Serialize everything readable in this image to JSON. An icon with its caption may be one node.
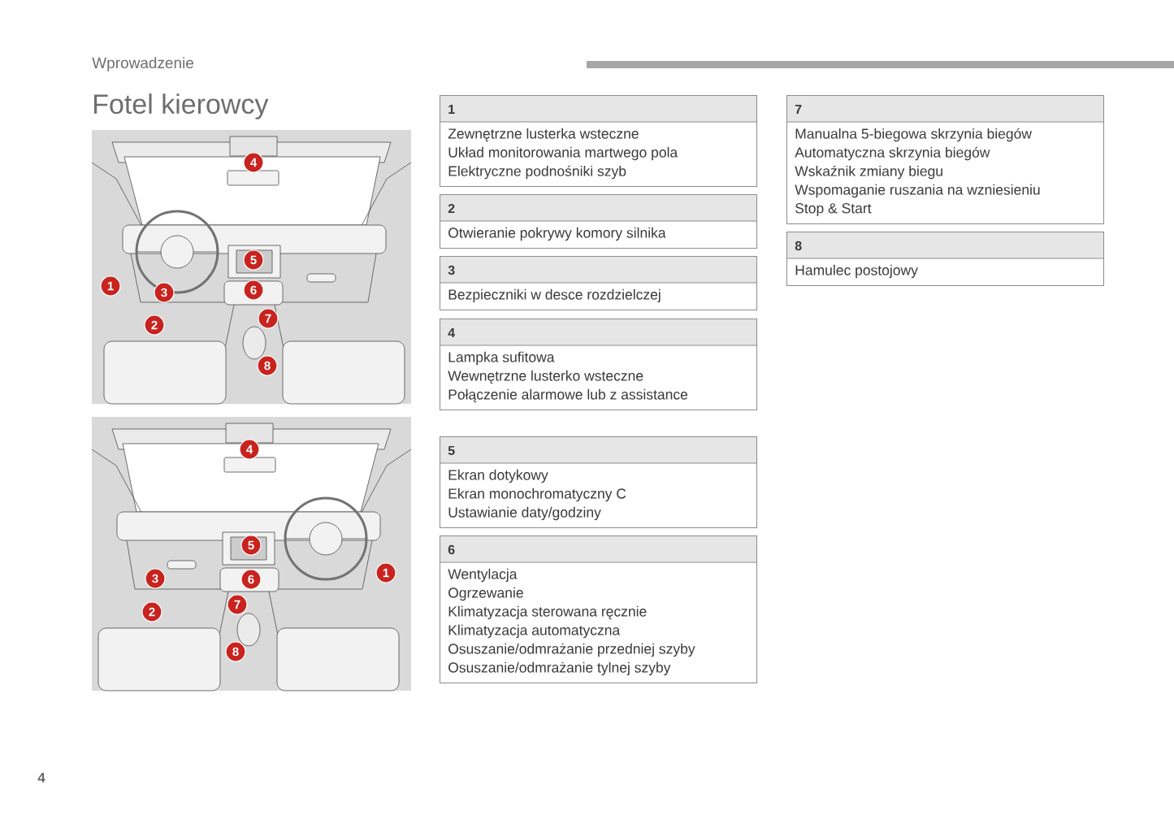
{
  "diagram": {
    "title": "Fotel kierowcy",
    "nodes": [
      {
        "text": [
          "1",
          "Zewnętrzne lusterka wsteczne",
          "Układ monitorowania martwego pola",
          "Elektryczne podnośniki szyb"
        ]
      },
      {
        "text": [
          "2",
          "Otwieranie pokrywy komory silnika"
        ]
      },
      {
        "text": [
          "3",
          "Bezpieczniki w desce rozdzielczej"
        ]
      },
      {
        "text": [
          "4",
          "Lampka sufitowa",
          "Wewnętrzne lusterko wsteczne",
          "Połączenie alarmowe lub z assistance"
        ]
      },
      {
        "text": [
          "5",
          "Ekran dotykowy",
          "Ekran monochromatyczny C",
          "Ustawianie daty/godziny"
        ]
      },
      {
        "text": [
          "6",
          "Wentylacja",
          "Ogrzewanie",
          "Klimatyzacja sterowana ręcznie",
          "Klimatyzacja automatyczna",
          "Osuszanie/odmrażanie przedniej szyby",
          "Osuszanie/odmrażanie tylnej szyby"
        ]
      },
      {
        "text": [
          "7",
          "Manualna 5-biegowa skrzynia biegów",
          "Automatyczna skrzynia biegów",
          "Wskaźnik zmiany biegu",
          "Wspomaganie ruszania na wzniesieniu",
          "Stop & Start"
        ]
      },
      {
        "text": [
          "8",
          "Hamulec postojowy"
        ]
      }
    ],
    "edges": [],
    "labels": [
      "Wprowadzenie",
      "4",
      "5",
      "1",
      "6",
      "3",
      "7",
      "2",
      "8",
      "4",
      "5",
      "1",
      "3",
      "6",
      "7",
      "2",
      "8",
      "4"
    ]
  }
}
